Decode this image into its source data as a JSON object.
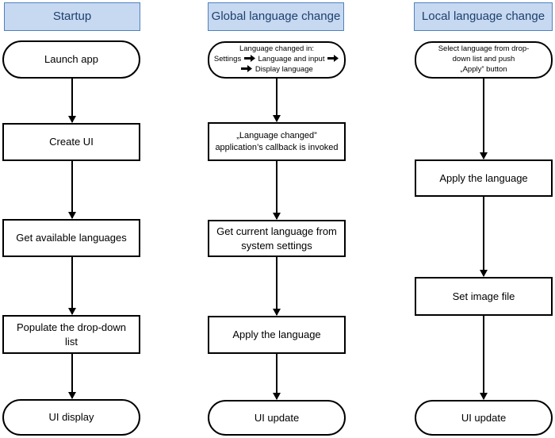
{
  "columns": [
    {
      "id": "startup",
      "header": "Startup",
      "nodes": [
        "Launch app",
        "Create UI",
        "Get available languages",
        "Populate the drop-down\nlist",
        "UI display"
      ]
    },
    {
      "id": "global",
      "header": "Global language change",
      "trigger": {
        "line1": "Language changed in:",
        "settings": "Settings",
        "lang_input": "Language and input",
        "display": "Display language"
      },
      "nodes": [
        "„Language changed”\napplication’s callback is invoked",
        "Get current language from\nsystem settings",
        "Apply the language",
        "UI update"
      ]
    },
    {
      "id": "local",
      "header": "Local language change",
      "nodes": [
        "Select language from drop-\ndown list and push\n„Apply” button",
        "Apply the language",
        "Set image file",
        "UI update"
      ]
    }
  ],
  "colors": {
    "header_fill": "#c6d9f1",
    "header_border": "#4f81bd",
    "header_text": "#1f3f6e",
    "lines": "#000000"
  }
}
